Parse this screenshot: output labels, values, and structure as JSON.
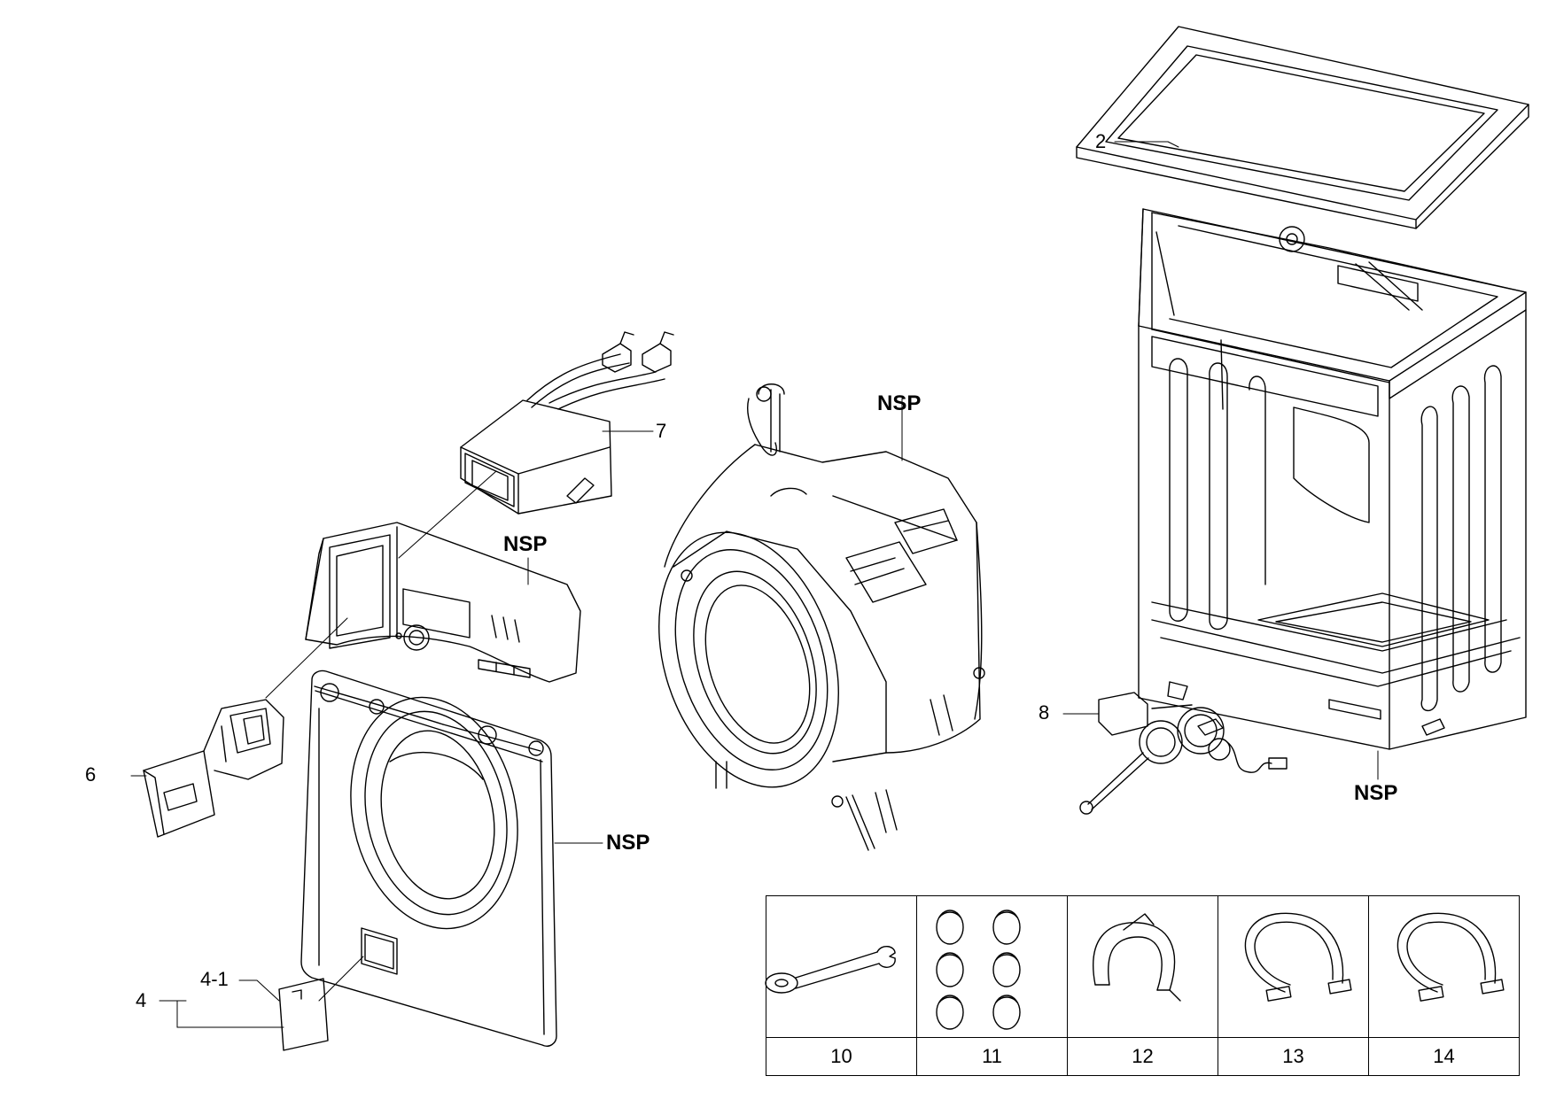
{
  "callouts": {
    "c2": "2",
    "c4": "4",
    "c4_1": "4-1",
    "c6": "6",
    "c7": "7",
    "c8": "8",
    "nsp_control_panel": "NSP",
    "nsp_front_panel": "NSP",
    "nsp_tub": "NSP",
    "nsp_cabinet": "NSP"
  },
  "accessories": [
    {
      "number": "10",
      "icon": "spanner-icon"
    },
    {
      "number": "11",
      "icon": "hole-caps-icon"
    },
    {
      "number": "12",
      "icon": "hose-guide-icon"
    },
    {
      "number": "13",
      "icon": "hose-icon"
    },
    {
      "number": "14",
      "icon": "hose-icon"
    }
  ]
}
